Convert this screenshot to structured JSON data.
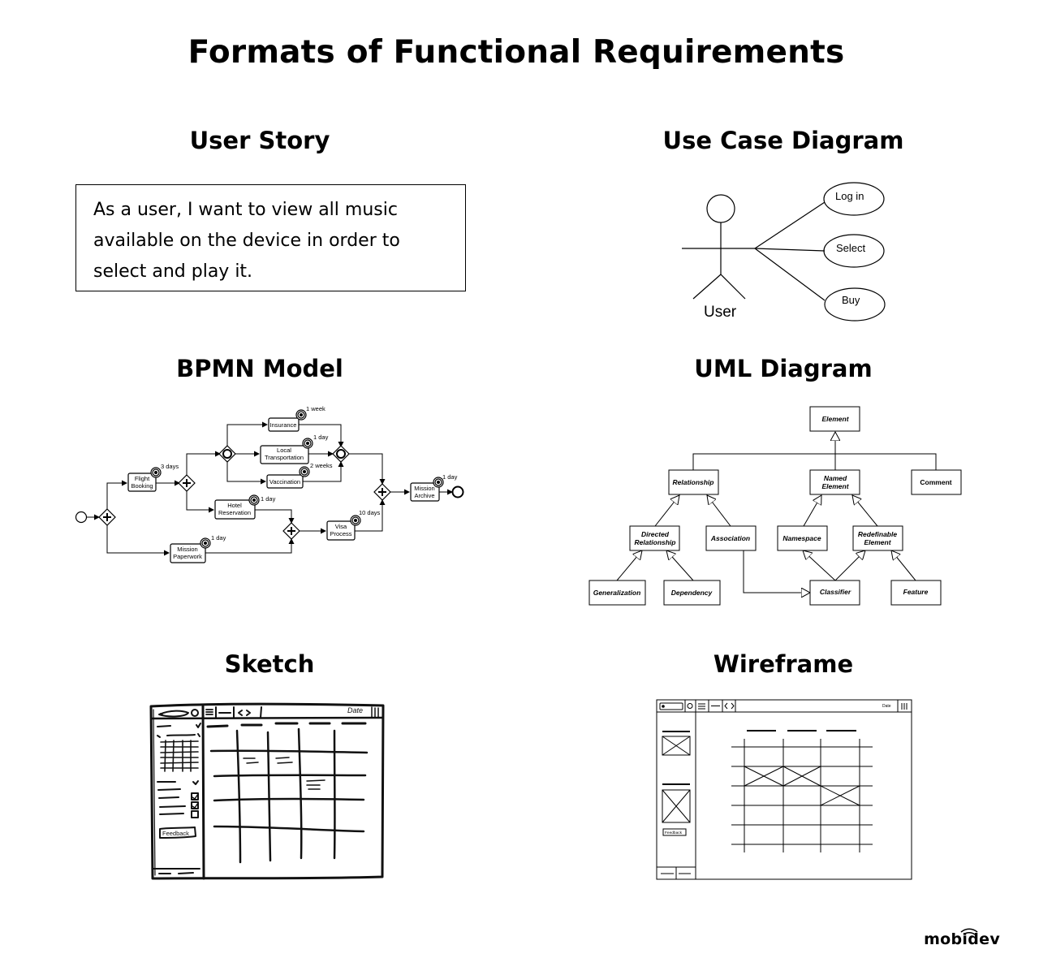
{
  "title": "Formats of Functional Requirements",
  "sections": {
    "user_story": {
      "heading": "User Story",
      "text": "As a user, I want to view all music available on the device in order to select and play it."
    },
    "use_case": {
      "heading": "Use Case Diagram",
      "actor": "User",
      "cases": [
        "Log in",
        "Select",
        "Buy"
      ]
    },
    "bpmn": {
      "heading": "BPMN Model",
      "tasks": {
        "flight": [
          "Flight",
          "Booking"
        ],
        "insurance": "Insurance",
        "local": [
          "Local",
          "Transportation"
        ],
        "vaccination": "Vaccination",
        "hotel": [
          "Hotel",
          "Reservation"
        ],
        "mission_paper": [
          "Mission",
          "Paperwork"
        ],
        "visa": [
          "Visa",
          "Process"
        ],
        "archive": [
          "Mission",
          "Archive"
        ]
      },
      "timers": {
        "flight": "3 days",
        "insurance": "1 week",
        "local": "1 day",
        "vaccination": "2 weeks",
        "hotel": "1 day",
        "mission_paper": "1 day",
        "visa": "10 days",
        "archive": "1 day"
      }
    },
    "uml": {
      "heading": "UML Diagram",
      "classes": {
        "element": "Element",
        "relationship": "Relationship",
        "named_element": [
          "Named",
          "Element"
        ],
        "comment": "Comment",
        "directed": [
          "Directed",
          "Relationship"
        ],
        "association": "Association",
        "namespace": "Namespace",
        "redefinable": [
          "Redefinable",
          "Element"
        ],
        "generalization": "Generalization",
        "dependency": "Dependency",
        "classifier": "Classifier",
        "feature": "Feature"
      }
    },
    "sketch": {
      "heading": "Sketch",
      "date_label": "Date",
      "button_label": "Feedback"
    },
    "wireframe": {
      "heading": "Wireframe",
      "date_label": "Date",
      "button_label": "Feedback"
    }
  },
  "logo": "mobidev"
}
